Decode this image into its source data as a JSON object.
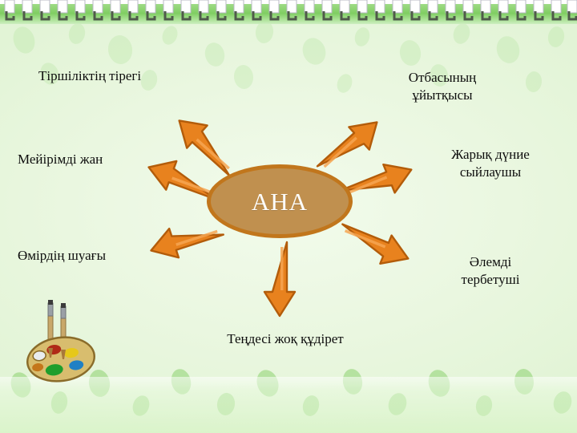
{
  "slide": {
    "background_color": "#eaf7e0",
    "accent_color": "#e8821e",
    "node_fill_color": "#c0904f",
    "node_border_color": "#c1761c"
  },
  "center": {
    "label": "АНА"
  },
  "labels": [
    {
      "id": "tirshilik",
      "text": "Тіршіліктің тірегі",
      "align": "left"
    },
    {
      "id": "meirimdi",
      "text": "Мейірімді жан",
      "align": "left"
    },
    {
      "id": "omirdin",
      "text": "Өмірдің шуағы",
      "align": "left"
    },
    {
      "id": "otbasy",
      "text": "Отбасының\nұйытқысы",
      "align": "center"
    },
    {
      "id": "jaryq",
      "text": "Жарық дүние\nсыйлаушы",
      "align": "center"
    },
    {
      "id": "alemdi",
      "text": "Әлемді\nтербетуші",
      "align": "center"
    },
    {
      "id": "tendesi",
      "text": "Теңдесі жоқ құдірет",
      "align": "center"
    }
  ],
  "arrows": {
    "count": 7,
    "color": "#e8821e",
    "outline_color": "#b35c0a",
    "directions": [
      "up-left",
      "left-up",
      "left-down",
      "up-right",
      "right-up",
      "right-down",
      "down"
    ]
  },
  "decorations": {
    "binding": "spiral-binding",
    "palette": "artist-palette-icon",
    "texture": "leaf-texture"
  }
}
